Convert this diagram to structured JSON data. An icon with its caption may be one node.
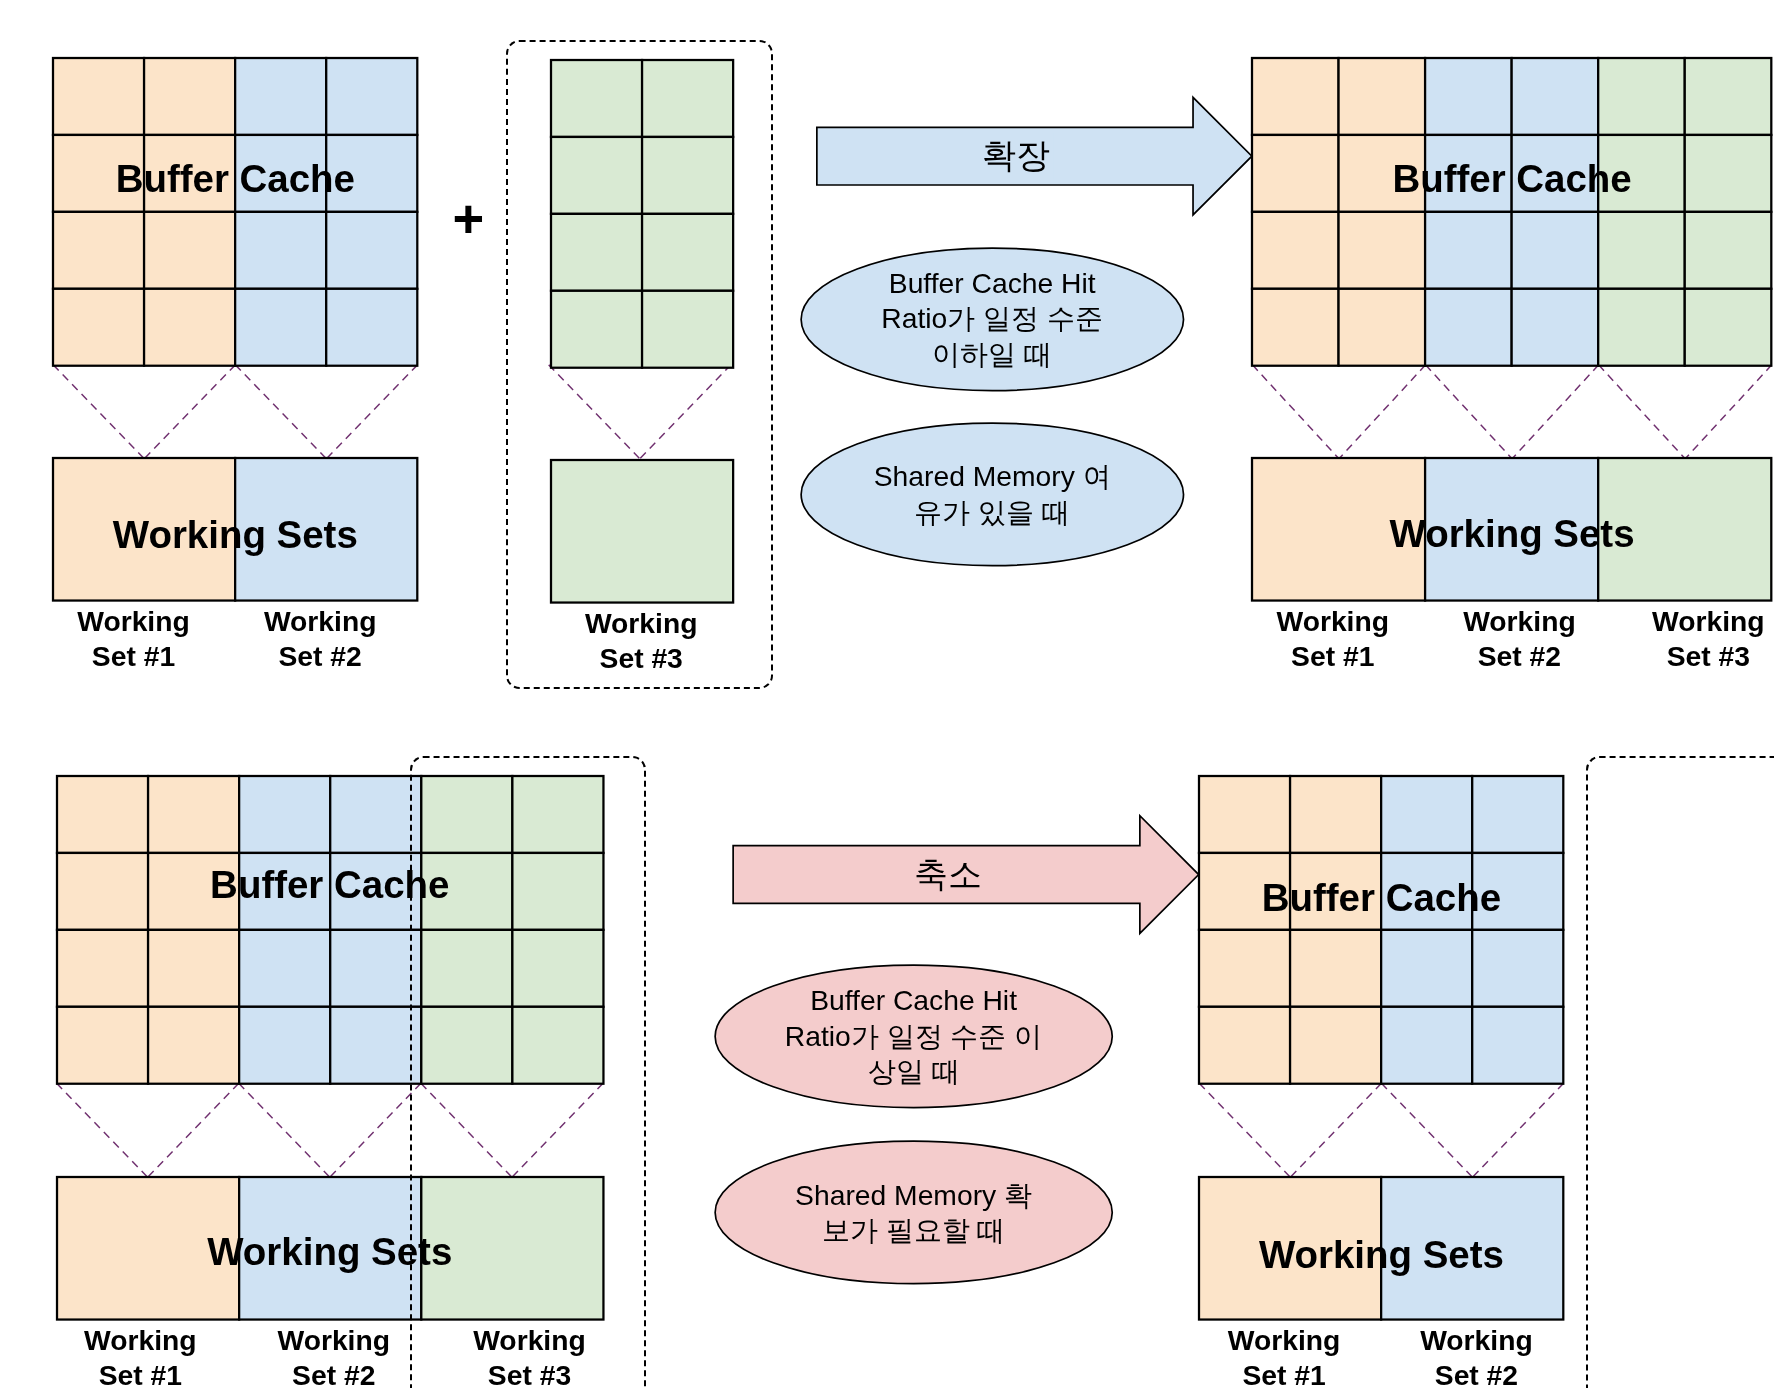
{
  "diagram": {
    "nodes": [
      {
        "text": [
          "Buffer Cache"
        ]
      },
      {
        "text": [
          "Working Sets"
        ],
        "beside": [
          "Working Set #1",
          "Working Set #2"
        ]
      },
      {
        "text": [],
        "shape": "box"
      },
      {
        "text": [],
        "shape": "box",
        "in": 2
      },
      {
        "text": [],
        "shape": "box",
        "in": 2,
        "beside": [
          "Working Set #3"
        ]
      },
      {
        "text": [
          "Buffer Cache Hit Ratio가 일정 수준 이하일 때"
        ]
      },
      {
        "text": [
          "Shared Memory 여유가 있을 때"
        ]
      },
      {
        "text": [
          "Buffer Cache"
        ]
      },
      {
        "text": [
          "Working Sets"
        ],
        "beside": [
          "Working Set #1",
          "Working Set #2",
          "Working Set #3"
        ]
      },
      {
        "text": [
          "Buffer Cache"
        ]
      },
      {
        "text": [
          "Working Sets"
        ],
        "beside": [
          "Working Set #1",
          "Working Set #2",
          "Working Set #3"
        ]
      },
      {
        "text": [
          "Buffer Cache Hit Ratio가 일정 수준 이상일 때"
        ]
      },
      {
        "text": [
          "Shared Memory 확보가 필요할 때"
        ]
      },
      {
        "text": [
          "Buffer Cache"
        ]
      },
      {
        "text": [
          "Working Sets"
        ],
        "beside": [
          "Working Set #1",
          "Working Set #2"
        ]
      }
    ],
    "edges": [
      {
        "from": 0,
        "to": 1,
        "arrow": "none",
        "style": "dashed"
      },
      {
        "from": 0,
        "to": 1,
        "arrow": "none",
        "style": "dashed"
      },
      {
        "from": 0,
        "to": 1,
        "arrow": "none",
        "style": "dashed"
      },
      {
        "from": 0,
        "to": 1,
        "arrow": "none",
        "style": "dashed"
      },
      {
        "from": 3,
        "to": 4,
        "arrow": "none",
        "style": "dashed"
      },
      {
        "from": 3,
        "to": 4,
        "arrow": "none",
        "style": "dashed"
      },
      {
        "from": 7,
        "to": 8,
        "arrow": "none",
        "style": "dashed"
      },
      {
        "from": 7,
        "to": 8,
        "arrow": "none",
        "style": "dashed"
      },
      {
        "from": 7,
        "to": 8,
        "arrow": "none",
        "style": "dashed"
      },
      {
        "from": 7,
        "to": 8,
        "arrow": "none",
        "style": "dashed"
      },
      {
        "from": 7,
        "to": 8,
        "arrow": "none",
        "style": "dashed"
      },
      {
        "from": 7,
        "to": 8,
        "arrow": "none",
        "style": "dashed"
      },
      {
        "from": 9,
        "to": 10,
        "arrow": "none",
        "style": "dashed"
      },
      {
        "from": 9,
        "to": 10,
        "arrow": "none",
        "style": "dashed"
      },
      {
        "from": 9,
        "to": 10,
        "arrow": "none",
        "style": "dashed"
      },
      {
        "from": 9,
        "to": 10,
        "arrow": "none",
        "style": "dashed"
      },
      {
        "from": 9,
        "to": 10,
        "arrow": "none",
        "style": "dashed"
      },
      {
        "from": 9,
        "to": 10,
        "arrow": "none",
        "style": "dashed"
      },
      {
        "from": 13,
        "to": 14,
        "arrow": "none",
        "style": "dashed"
      },
      {
        "from": 13,
        "to": 14,
        "arrow": "none",
        "style": "dashed"
      },
      {
        "from": 13,
        "to": 14,
        "arrow": "none",
        "style": "dashed"
      },
      {
        "from": 13,
        "to": 14,
        "arrow": "none",
        "style": "dashed"
      },
      {
        "from": null,
        "to": 7,
        "arrow": "to",
        "style": "thick",
        "color": "#cfe2f3",
        "label": "확장"
      },
      {
        "from": null,
        "to": 13,
        "arrow": "to",
        "style": "thick",
        "color": "#f4cccc",
        "label": "축소"
      }
    ],
    "labels": [
      "+"
    ]
  }
}
